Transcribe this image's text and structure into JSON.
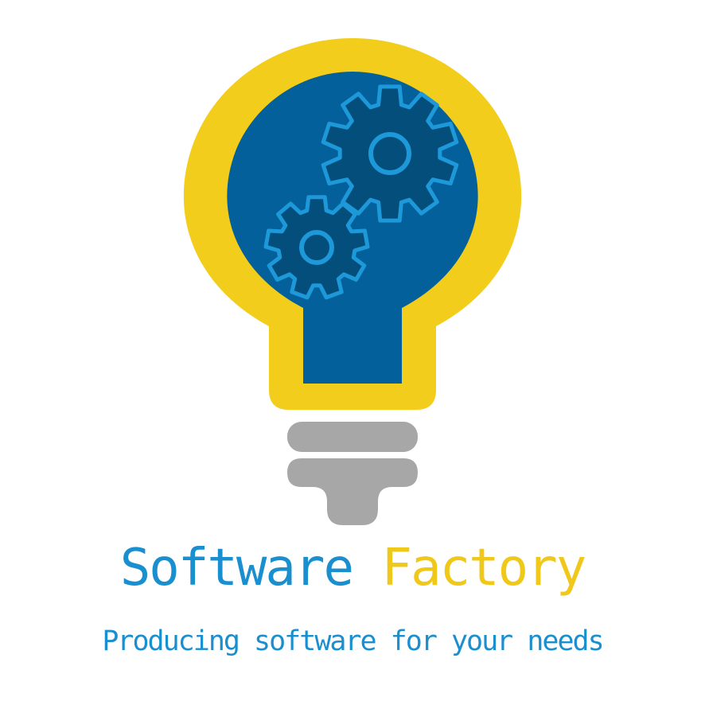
{
  "brand": {
    "word1": "Software",
    "word2": "Factory",
    "tagline": "Producing software for your needs"
  },
  "icons": {
    "main": "lightbulb-icon",
    "inner": [
      "large-gear-icon",
      "small-gear-icon"
    ],
    "base": "bulb-screw-base-icon"
  },
  "colors": {
    "bulb_outline": "#f2cd1c",
    "bulb_glass": "#04609a",
    "gear_fill": "#044e7c",
    "gear_stroke": "#1d98d9",
    "base": "#a7a7a7",
    "word1": "#1a8fcf",
    "word2": "#f0c81a",
    "tagline": "#1a8fcf"
  }
}
